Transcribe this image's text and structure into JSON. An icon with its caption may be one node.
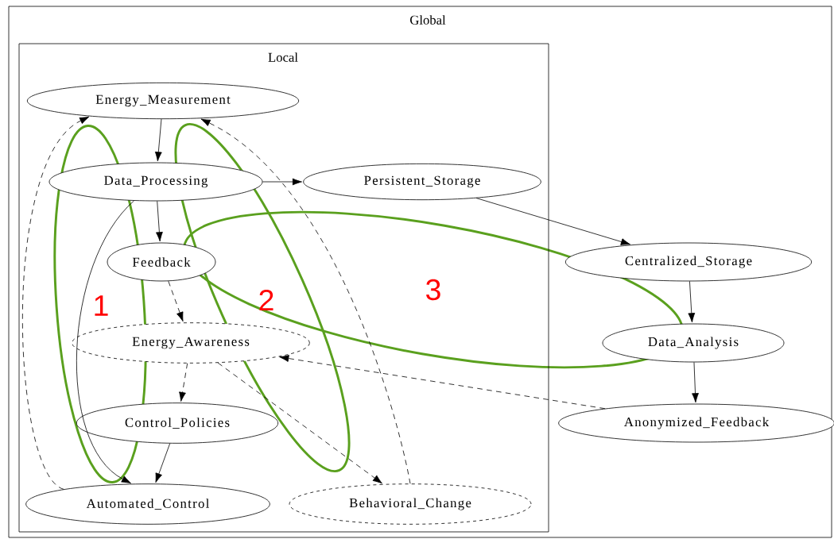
{
  "diagram": {
    "nodes": [
      {
        "text": [
          "Global"
        ]
      },
      {
        "text": [
          "Local"
        ],
        "in": 0
      },
      {
        "text": [
          "Energy_Measurement"
        ],
        "in": 1
      },
      {
        "text": [
          "Data_Processing"
        ],
        "in": 1
      },
      {
        "text": [
          "Persistent_Storage"
        ],
        "in": 1
      },
      {
        "text": [
          "Feedback"
        ],
        "in": 1
      },
      {
        "text": [
          "Centralized_Storage"
        ],
        "in": 0
      },
      {
        "text": [
          "Energy_Awareness"
        ],
        "in": 1
      },
      {
        "text": [
          "Data_Analysis"
        ],
        "in": 0
      },
      {
        "text": [
          "Control_Policies"
        ],
        "in": 1
      },
      {
        "text": [
          "Anonymized_Feedback"
        ],
        "in": 0
      },
      {
        "text": [
          "Automated_Control"
        ],
        "in": 1
      },
      {
        "text": [
          "Behavioral_Change"
        ],
        "in": 1
      }
    ],
    "edges": [
      {
        "from": 2,
        "to": 3,
        "arrow": "to"
      },
      {
        "from": 3,
        "to": 4,
        "arrow": "to"
      },
      {
        "from": 3,
        "to": 5,
        "arrow": "to"
      },
      {
        "from": 3,
        "to": 11,
        "arrow": "to"
      },
      {
        "from": 4,
        "to": 6,
        "arrow": "to"
      },
      {
        "from": 5,
        "to": 7,
        "arrow": "to",
        "style": "dashed"
      },
      {
        "from": 6,
        "to": 8,
        "arrow": "to"
      },
      {
        "from": 7,
        "to": 9,
        "arrow": "to",
        "style": "dashed"
      },
      {
        "from": 7,
        "to": 12,
        "arrow": "to",
        "style": "dashed"
      },
      {
        "from": 8,
        "to": 10,
        "arrow": "to"
      },
      {
        "from": 9,
        "to": 11,
        "arrow": "to"
      },
      {
        "from": 10,
        "to": 7,
        "arrow": "to",
        "style": "dashed"
      },
      {
        "from": 11,
        "to": 2,
        "arrow": "to",
        "style": "dashed"
      },
      {
        "from": 12,
        "to": 2,
        "arrow": "to",
        "style": "dashed"
      }
    ],
    "labels": [
      "1",
      "2",
      "3"
    ]
  }
}
